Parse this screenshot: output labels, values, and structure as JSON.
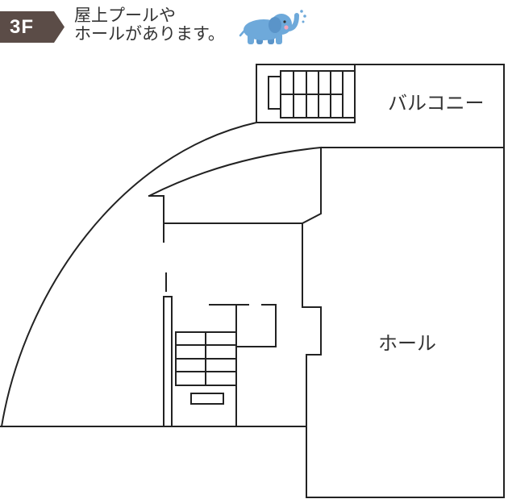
{
  "header": {
    "floor_badge": "3F",
    "description": [
      "屋上プールや",
      "ホールがあります。"
    ],
    "mascot_icon": "elephant-icon"
  },
  "floor_plan": {
    "rooms": {
      "balcony": "バルコニー",
      "hall": "ホール"
    },
    "symbols": [
      "staircase-icon",
      "staircase-icon"
    ]
  },
  "colors": {
    "background": "#ffffff",
    "badge": "#5b4c47",
    "badge_text": "#ffffff",
    "text": "#333333",
    "wall": "#222222",
    "mascot": "#6ea9da",
    "mascot_ear": "#5a94c9",
    "mascot_cheek": "#f3a5bb"
  }
}
